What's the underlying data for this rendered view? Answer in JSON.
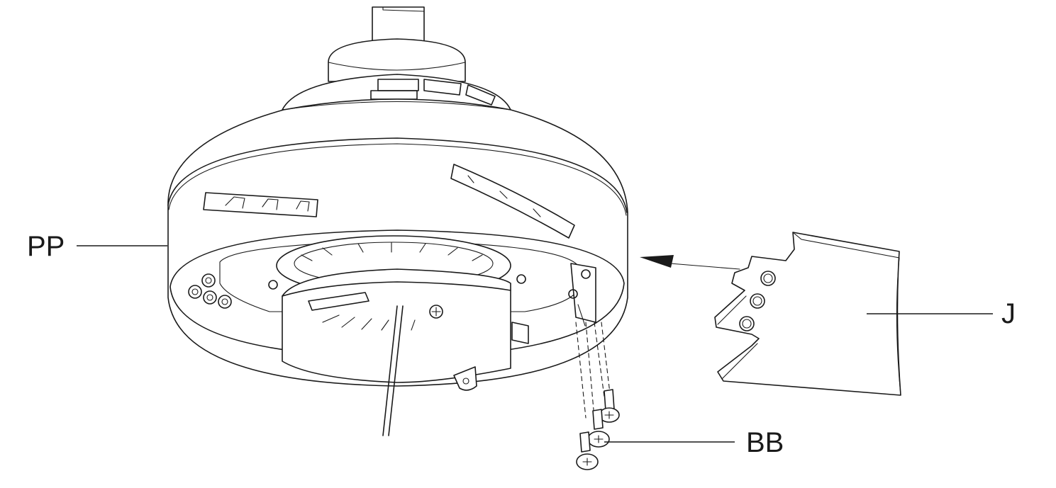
{
  "diagram": {
    "labels": {
      "fan_body": "PP",
      "blade": "J",
      "screws": "BB"
    }
  }
}
